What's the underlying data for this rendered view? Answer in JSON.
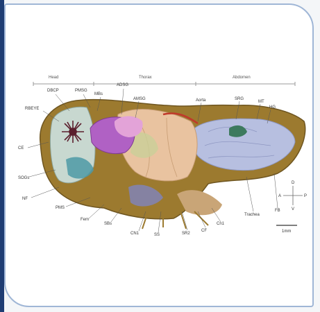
{
  "colors": {
    "frame_border": "#9fb6d6",
    "left_accent": "#1f3d73",
    "cuticle": "#9c7a2f",
    "abdomen_gut": "#b7bfe0",
    "thorax_muscle": "#e9c3a0"
  },
  "segments": {
    "head": "Head",
    "thorax": "Thorax",
    "abdomen": "Abdomen"
  },
  "labels": {
    "dbcp": "DBCP",
    "pmsg": "PMSG",
    "mbs": "MBs",
    "adsg": "ADSG",
    "rbeye": "RBEYE",
    "amsg": "AMSG",
    "aorta": "Aorta",
    "srg": "SRG",
    "mt": "MT",
    "hg": "HG",
    "ce": "CE",
    "sog": "SOGs",
    "nf": "NF",
    "pms": "PMS",
    "fem": "Fem",
    "sbs": "SBs",
    "cn1": "CN1",
    "ss": "SS",
    "sr2": "SR2",
    "cf": "CF",
    "cn1b": "Cn1",
    "trachea": "Trachea",
    "fb": "FB",
    "scale": "1mm",
    "axis_a": "A",
    "axis_p": "P",
    "axis_d": "D",
    "axis_v": "V"
  }
}
